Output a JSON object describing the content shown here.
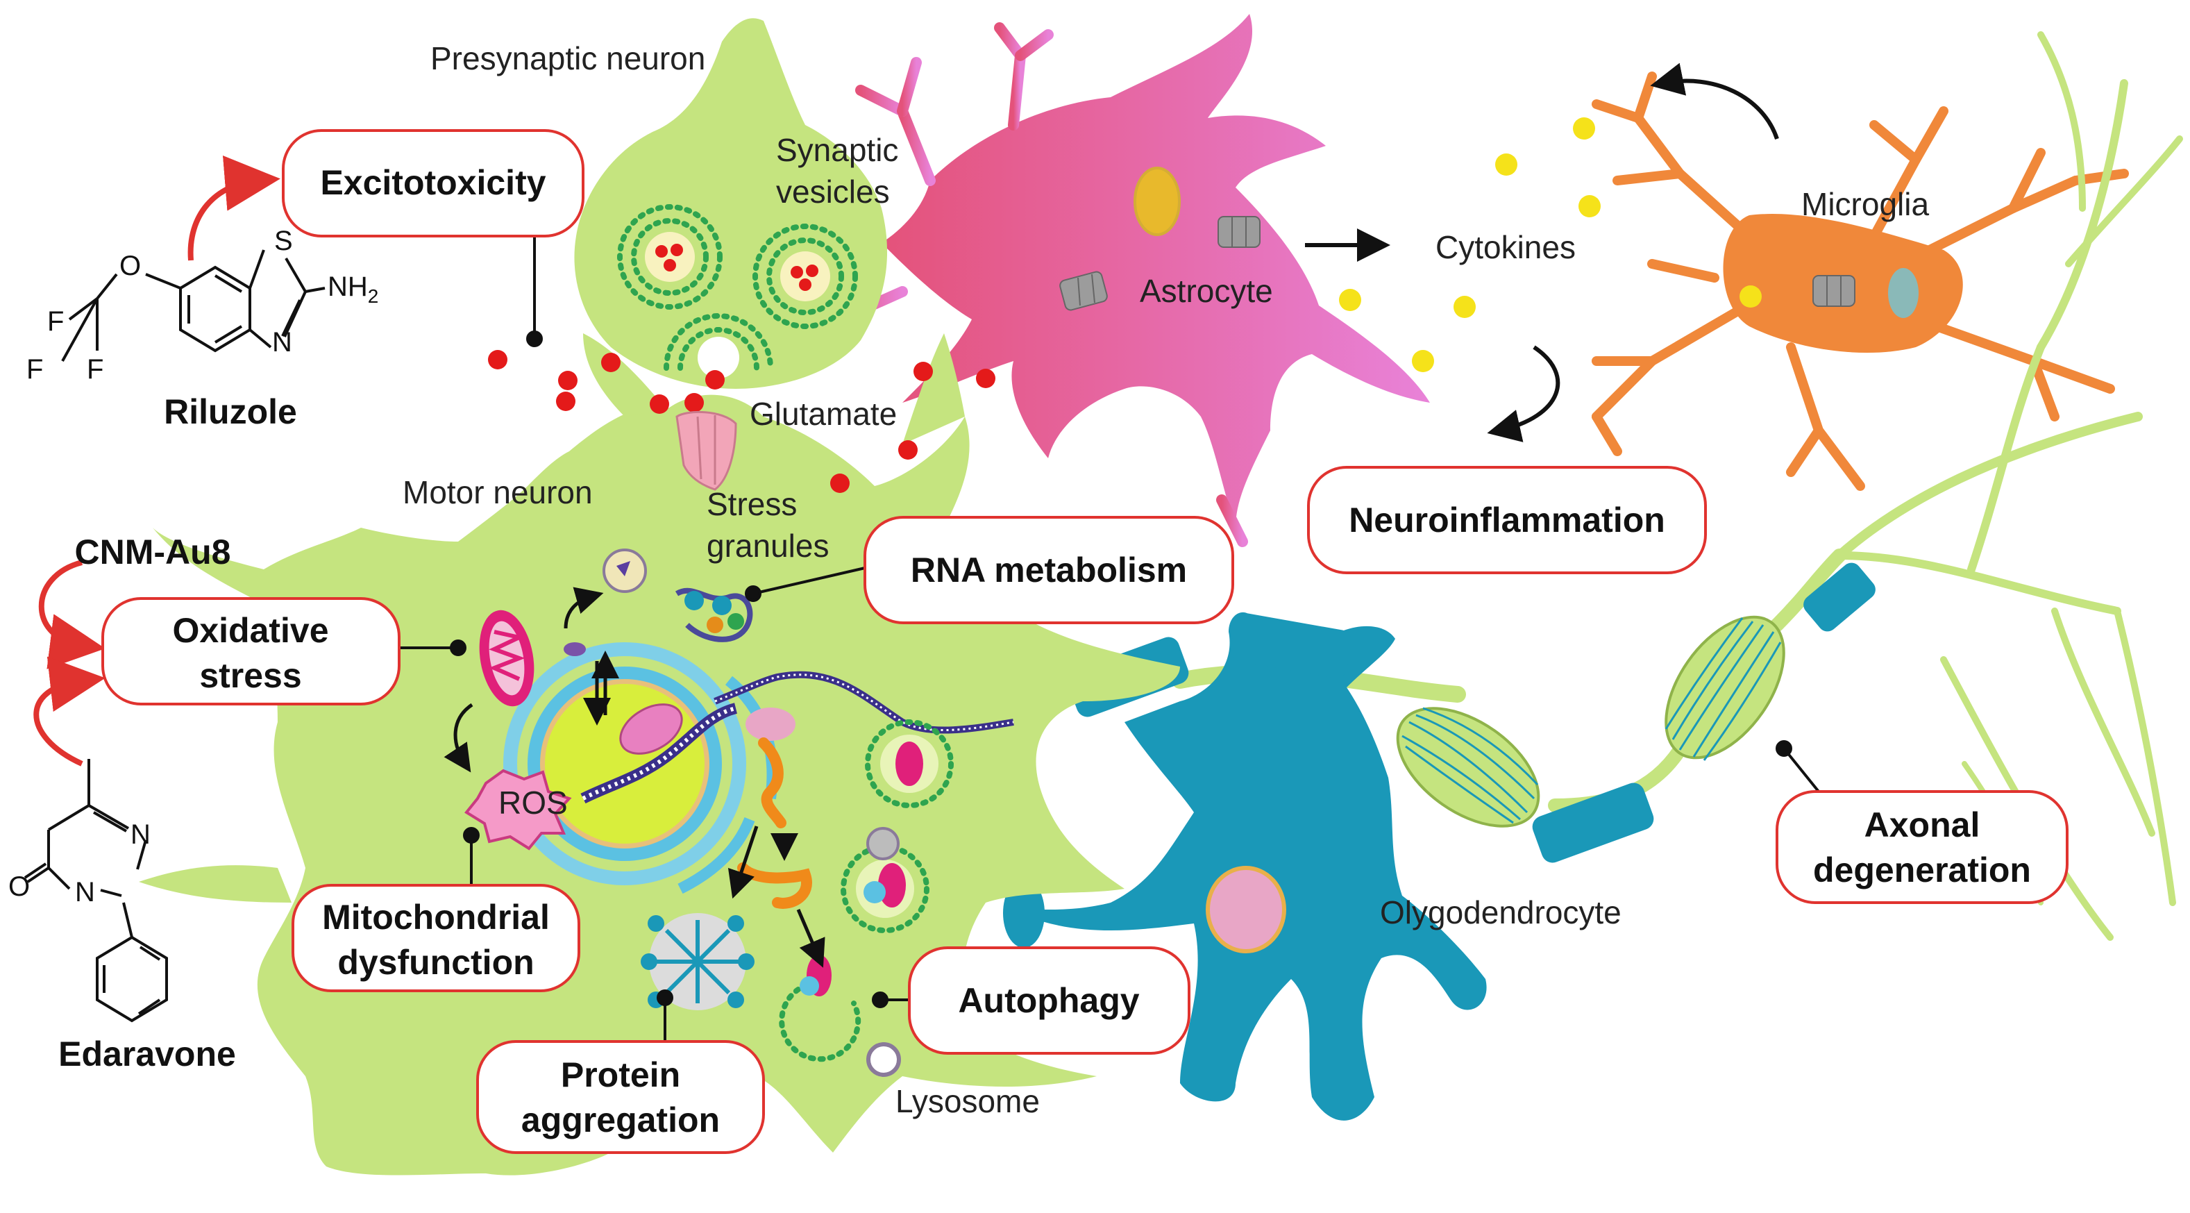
{
  "colors": {
    "neuron_green": "#c5e47f",
    "astrocyte_pink": "#e86aa0",
    "microglia_orange": "#f0883a",
    "oligodendrocyte_blue": "#1a98b8",
    "glutamate_red": "#e41a1a",
    "cytokine_yellow": "#f5e21a",
    "box_border_red": "#e0332f"
  },
  "cells": {
    "presynaptic": "Presynaptic neuron",
    "vesicles_line1": "Synaptic",
    "vesicles_line2": "vesicles",
    "glutamate": "Glutamate",
    "astrocyte": "Astrocyte",
    "cytokines": "Cytokines",
    "microglia": "Microglia",
    "motor_neuron": "Motor neuron",
    "stress_line1": "Stress",
    "stress_line2": "granules",
    "ros": "ROS",
    "oligodendrocyte": "Olygodendrocyte",
    "lysosome": "Lysosome"
  },
  "mechanisms": {
    "excitotoxicity": "Excitotoxicity",
    "oxidative_line1": "Oxidative",
    "oxidative_line2": "stress",
    "rna": "RNA metabolism",
    "neuroinflammation": "Neuroinflammation",
    "mito_line1": "Mitochondrial",
    "mito_line2": "dysfunction",
    "autophagy": "Autophagy",
    "protein_line1": "Protein",
    "protein_line2": "aggregation",
    "axonal_line1": "Axonal",
    "axonal_line2": "degeneration"
  },
  "drugs": {
    "riluzole": "Riluzole",
    "cnm": "CNM-Au8",
    "edaravone": "Edaravone"
  },
  "chem_labels": {
    "s": "S",
    "nh2": "NH",
    "nh2_sub": "2",
    "o": "O",
    "f1": "F",
    "f2": "F",
    "f3": "F",
    "n_ring": "N",
    "n1": "N",
    "n2": "N",
    "o_ket": "O"
  }
}
